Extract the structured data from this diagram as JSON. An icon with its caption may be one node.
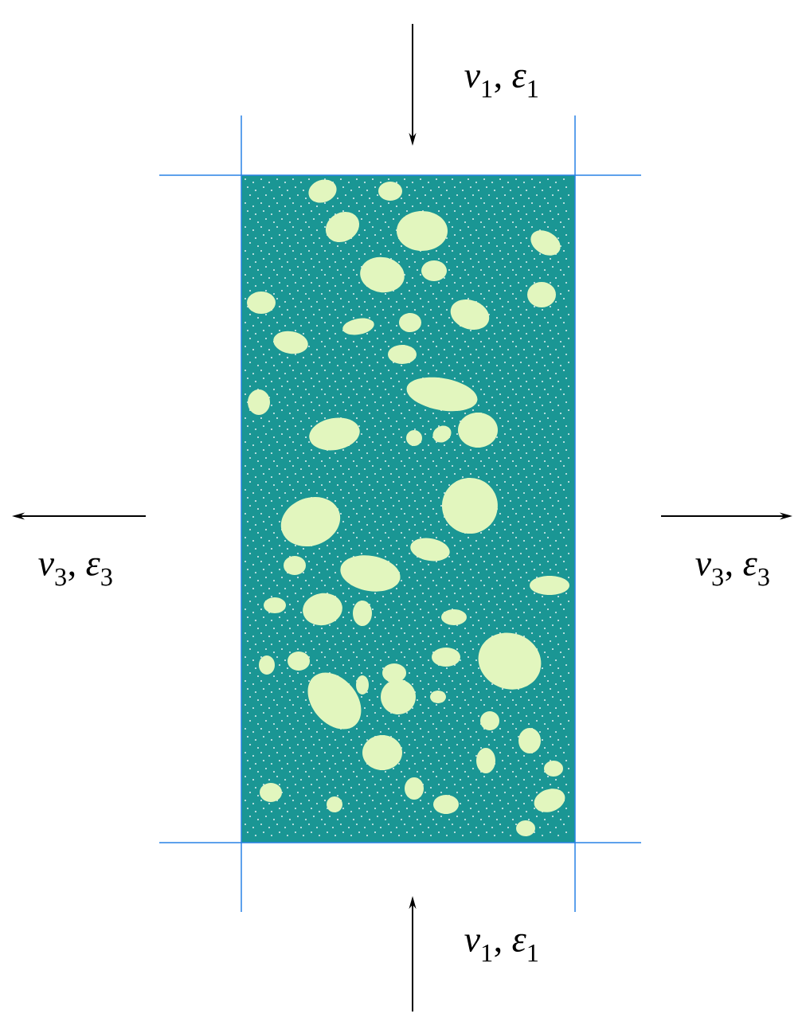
{
  "diagram": {
    "labels": [
      "*v*$_{1}$, *ε*$_{1}$",
      "*v*$_{3}$, *ε*$_{3}$",
      "*v*$_{3}$, *ε*$_{3}$",
      "*v*$_{1}$, *ε*$_{1}$"
    ]
  }
}
